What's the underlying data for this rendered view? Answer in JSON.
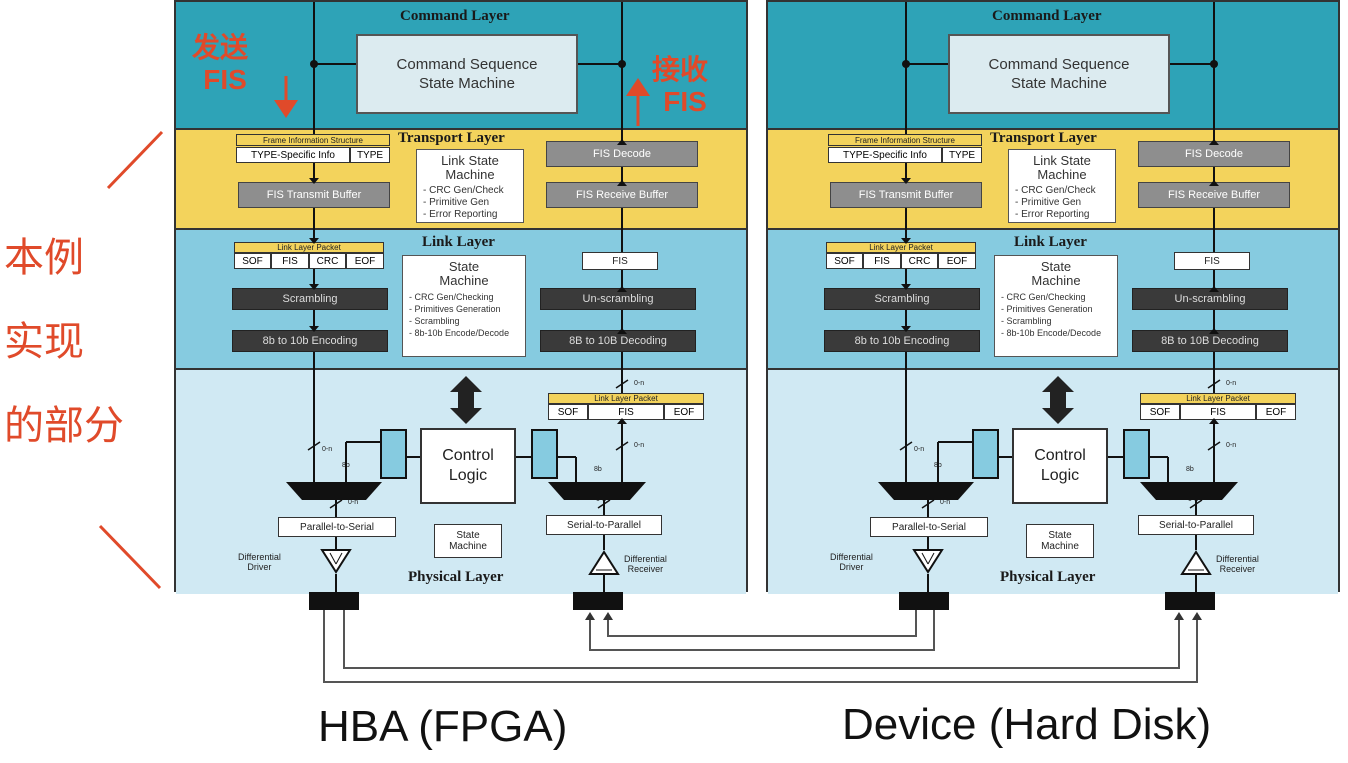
{
  "annotations": {
    "send_label": "发送",
    "send_fis": "FIS",
    "recv_label": "接收",
    "recv_fis": "FIS",
    "side_line1": "本例",
    "side_line2": "实现",
    "side_line3": "的部分"
  },
  "layers": {
    "command": "Command Layer",
    "transport": "Transport Layer",
    "link": "Link Layer",
    "physical": "Physical Layer"
  },
  "command_box": {
    "line1": "Command Sequence",
    "line2": "State Machine"
  },
  "transport": {
    "fis_header": "Frame Information Structure",
    "type_specific": "TYPE-Specific Info",
    "type": "TYPE",
    "transmit_buffer": "FIS Transmit Buffer",
    "receive_buffer": "FIS Receive Buffer",
    "decode": "FIS Decode",
    "sm_title1": "Link State",
    "sm_title2": "Machine",
    "sm_items": [
      "- CRC Gen/Check",
      "- Primitive Gen",
      "- Error Reporting"
    ]
  },
  "link": {
    "packet_header": "Link Layer Packet",
    "packet_cells": [
      "SOF",
      "FIS",
      "CRC",
      "EOF"
    ],
    "scrambling": "Scrambling",
    "encoding": "8b to 10b Encoding",
    "fis": "FIS",
    "unscrambling": "Un-scrambling",
    "decoding": "8B to 10B Decoding",
    "sm_title1": "State",
    "sm_title2": "Machine",
    "sm_items": [
      "- CRC Gen/Checking",
      "- Primitives Generation",
      "- Scrambling",
      "- 8b-10b Encode/Decode"
    ]
  },
  "physical": {
    "packet_header": "Link Layer Packet",
    "packet_cells": [
      "SOF",
      "FIS",
      "EOF"
    ],
    "control1": "Control",
    "control2": "Logic",
    "state1": "State",
    "state2": "Machine",
    "p2s": "Parallel-to-Serial",
    "s2p": "Serial-to-Parallel",
    "diff_driver1": "Differential",
    "diff_driver2": "Driver",
    "diff_receiver1": "Differential",
    "diff_receiver2": "Receiver",
    "bus_0n": "0-n",
    "bus_8b": "8b"
  },
  "captions": {
    "left": "HBA (FPGA)",
    "right": "Device (Hard Disk)"
  },
  "colors": {
    "command": "#2ea3b7",
    "transport": "#f3d35c",
    "link": "#86cbe0",
    "physical": "#d0e9f3",
    "annotation": "#e04a2a"
  }
}
